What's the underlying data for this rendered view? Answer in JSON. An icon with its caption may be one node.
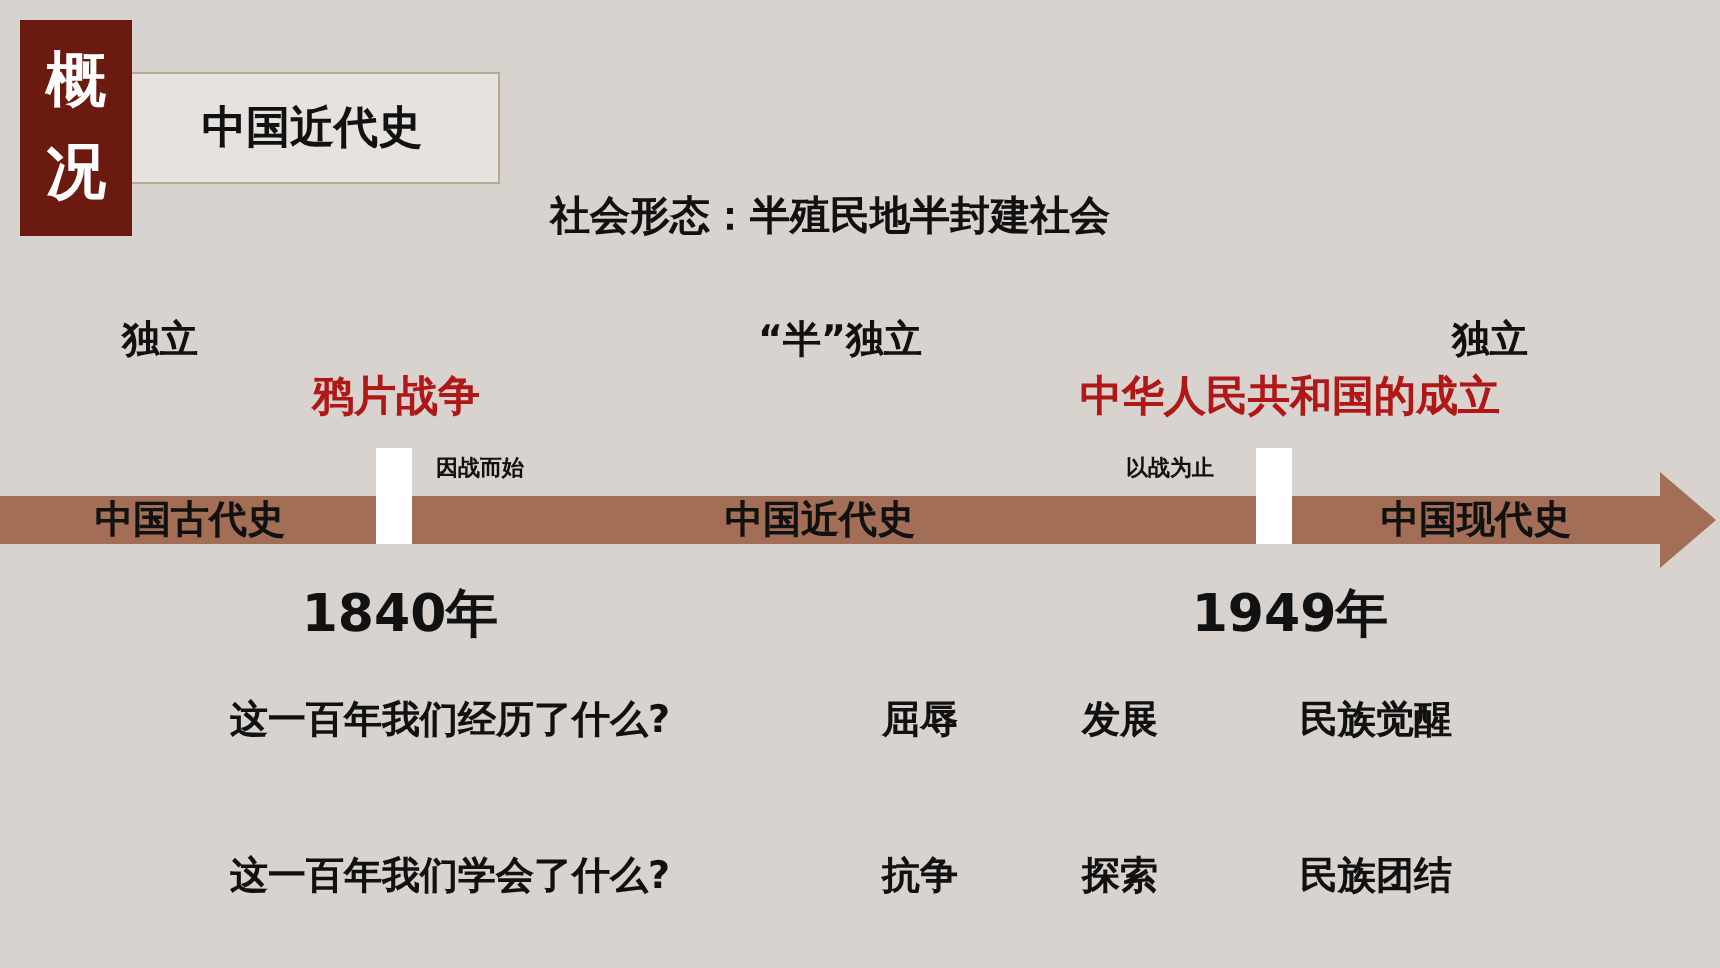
{
  "diagram": {
    "title": "中国近代史",
    "labels": [
      "概况",
      "社会形态：半殖民地半封建社会",
      "独立",
      "“半”独立",
      "独立",
      "鸦片战争",
      "中华人民共和国的成立",
      "因战而始",
      "以战为止",
      "中国古代史",
      "中国近代史",
      "中国现代史",
      "1840年",
      "1949年",
      "这一百年我们经历了什么?",
      "屈辱",
      "发展",
      "民族觉醒",
      "这一百年我们学会了什么?",
      "抗争",
      "探索",
      "民族团结"
    ]
  }
}
